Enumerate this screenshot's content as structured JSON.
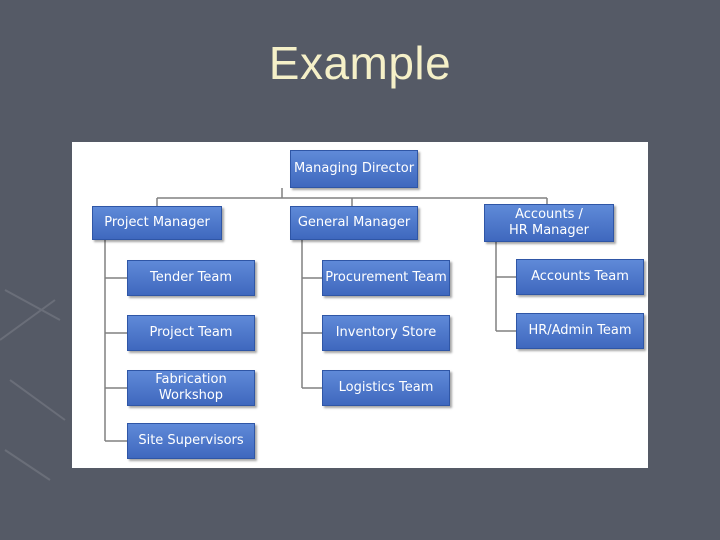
{
  "slide": {
    "title": "Example"
  },
  "org_chart": {
    "top": "Managing Director",
    "managers": {
      "project": "Project Manager",
      "general": "General Manager",
      "accounts": "Accounts /\nHR Manager"
    },
    "project_teams": [
      "Tender Team",
      "Project Team",
      "Fabrication\nWorkshop",
      "Site Supervisors"
    ],
    "general_teams": [
      "Procurement Team",
      "Inventory Store",
      "Logistics Team"
    ],
    "accounts_teams": [
      "Accounts Team",
      "HR/Admin Team"
    ]
  },
  "colors": {
    "box_fill": "#4f7ac8",
    "background": "#555a66",
    "title": "#f5f0c8"
  }
}
